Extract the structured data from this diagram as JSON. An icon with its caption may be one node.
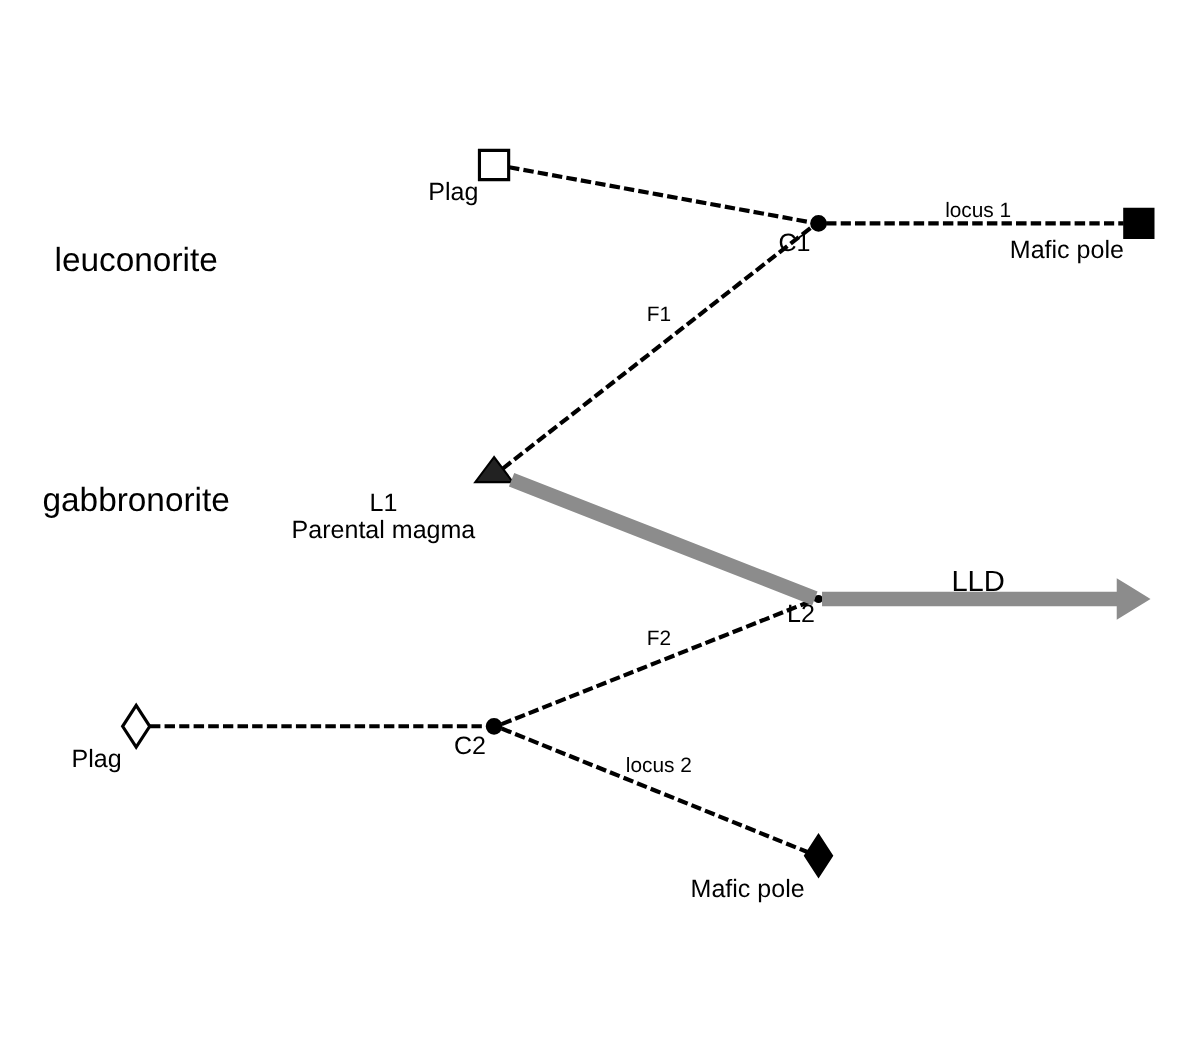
{
  "diagram": {
    "nodes": [
      {
        "text": [],
        "shape": "diamond",
        "beside": [
          "Mafic pole"
        ]
      },
      {
        "text": [],
        "shape": "circle",
        "beside": [
          "C2"
        ]
      },
      {
        "text": [],
        "shape": "diamond",
        "beside": [
          "Plag"
        ]
      },
      {
        "text": [],
        "shape": "point",
        "beside": [
          "L2"
        ]
      },
      {
        "text": [],
        "shape": "box",
        "beside": [
          "Plag"
        ]
      },
      {
        "text": [],
        "shape": "triangle",
        "beside": [
          "L1",
          "Parental magma"
        ]
      },
      {
        "text": [],
        "shape": "circle",
        "beside": [
          "C1"
        ]
      },
      {
        "text": [],
        "shape": "box",
        "beside": [
          "Mafic pole"
        ]
      }
    ],
    "edges": [
      {
        "from": 2,
        "to": 1,
        "arrow": "none",
        "style": "dashed"
      },
      {
        "from": 1,
        "to": 0,
        "arrow": "none",
        "style": "dashed",
        "label": "locus 2"
      },
      {
        "from": 1,
        "to": 3,
        "arrow": "none",
        "style": "dashed",
        "label": "F2"
      },
      {
        "from": 5,
        "to": 3,
        "arrow": "none",
        "style": "thick",
        "color": "#8c8c8c"
      },
      {
        "from": 3,
        "to": null,
        "arrow": "to",
        "style": "thick",
        "color": "#8c8c8c",
        "label": "LLD"
      },
      {
        "from": 4,
        "to": 6,
        "arrow": "none",
        "style": "dashed"
      },
      {
        "from": 6,
        "to": 7,
        "arrow": "none",
        "style": "dashed",
        "label": "locus 1"
      },
      {
        "from": 5,
        "to": 6,
        "arrow": "none",
        "style": "dashed",
        "label": "F1"
      }
    ],
    "labels": [
      "gabbronorite",
      "leuconorite"
    ]
  }
}
